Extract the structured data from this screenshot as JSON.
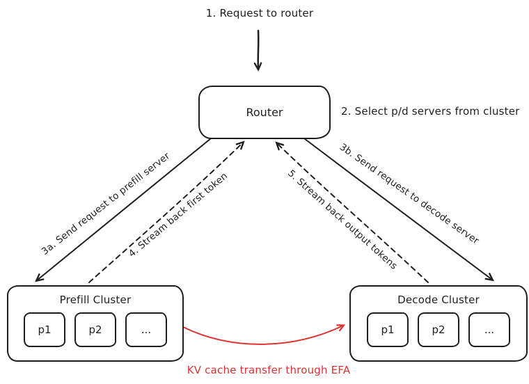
{
  "diagram": {
    "step1": "1. Request to router",
    "router_label": "Router",
    "step2": "2. Select p/d servers from cluster",
    "step3a": "3a. Send request to prefill server",
    "step4": "4. Stream back first token",
    "step5": "5. Stream back output tokens",
    "step3b": "3b. Send request to decode server",
    "kv_label": "KV cache transfer through EFA",
    "prefill": {
      "label": "Prefill Cluster",
      "nodes": [
        "p1",
        "p2",
        "..."
      ]
    },
    "decode": {
      "label": "Decode Cluster",
      "nodes": [
        "p1",
        "p2",
        "..."
      ]
    },
    "colors": {
      "ink": "#1e1e1e",
      "kv_accent": "#e03131"
    }
  }
}
